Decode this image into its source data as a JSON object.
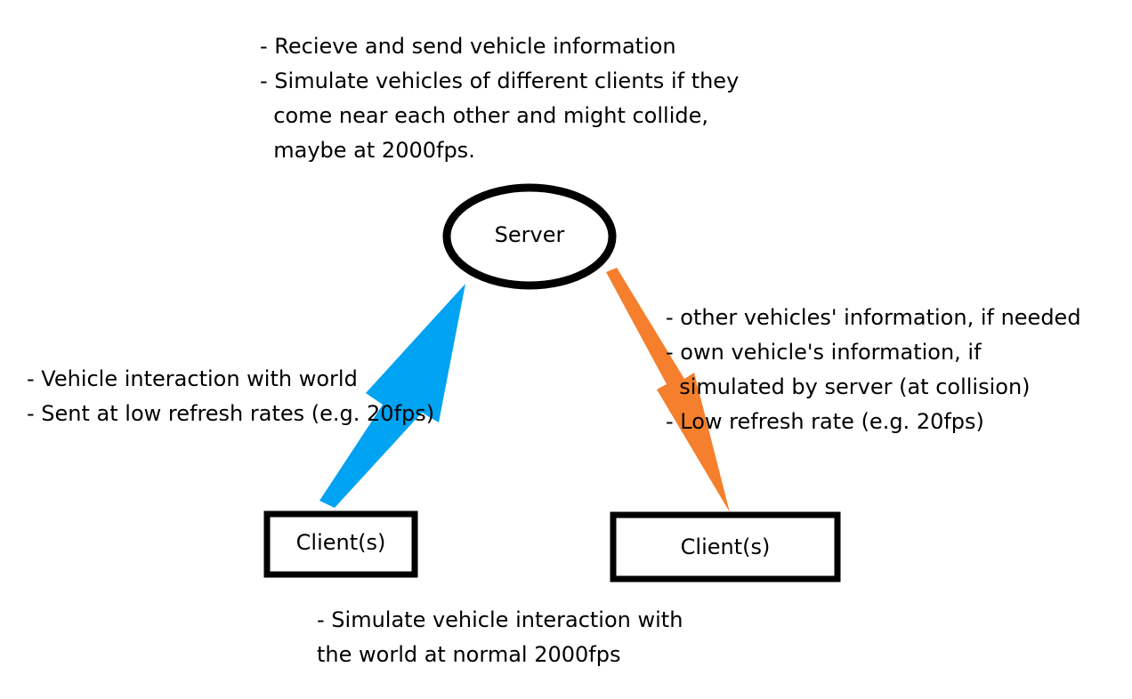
{
  "server": {
    "label": "Server",
    "notes": [
      "- Recieve and send vehicle information",
      "- Simulate vehicles of different clients if they",
      "  come near each other and might collide,",
      "  maybe at 2000fps."
    ]
  },
  "client_left": {
    "label": "Client(s)"
  },
  "client_right": {
    "label": "Client(s)"
  },
  "upload_arrow": {
    "color": "#00A2F2",
    "notes": [
      "- Vehicle interaction with world",
      "- Sent at low refresh rates (e.g. 20fps)"
    ]
  },
  "download_arrow": {
    "color": "#F57F2C",
    "notes": [
      "- other vehicles' information, if needed",
      "- own vehicle's information, if",
      "  simulated by server (at collision)",
      "- Low refresh rate (e.g. 20fps)"
    ]
  },
  "client_notes": [
    "- Simulate vehicle interaction with",
    "the world at normal 2000fps"
  ]
}
